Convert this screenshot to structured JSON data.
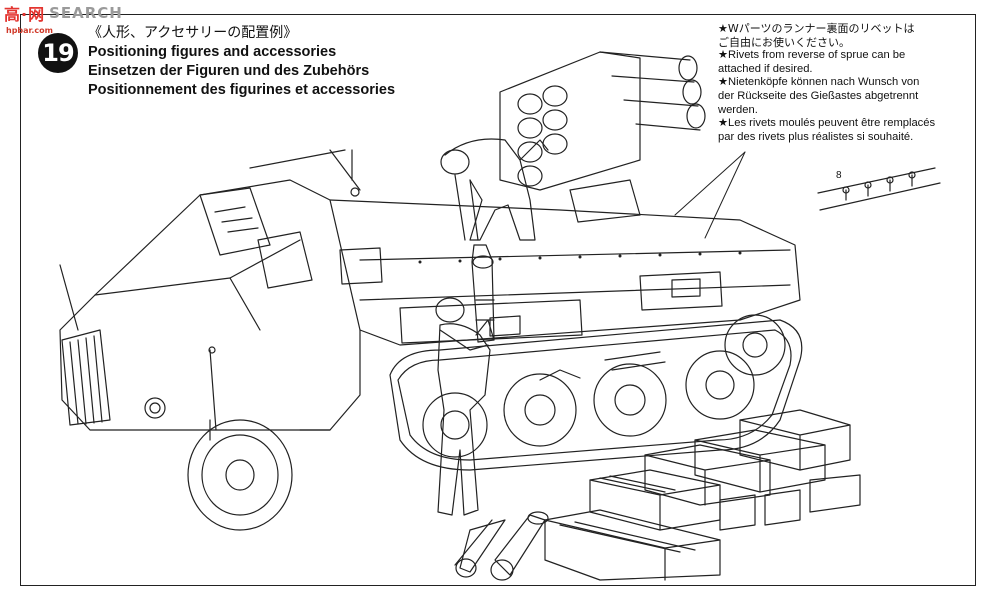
{
  "watermark": {
    "logo": "高·网",
    "search": "SEARCH",
    "domain": "hpbar.com"
  },
  "step": {
    "number": "19",
    "title_jp": "《人形、アクセサリーの配置例》",
    "title_en": "Positioning figures and accessories",
    "title_de": "Einsetzen der Figuren und des Zubehörs",
    "title_fr": "Positionnement des figurines et accessories"
  },
  "notes": {
    "jp_line1": "★Wパーツのランナー裏面のリベットは",
    "jp_line2": "ご自由にお使いください。",
    "en_line1": "★Rivets from reverse of sprue can be",
    "en_line2": "attached if desired.",
    "de_line1": "★Nietenköpfe können nach Wunsch von",
    "de_line2": "der Rückseite des Gießastes abgetrennt",
    "de_line3": "werden.",
    "fr_line1": "★Les rivets moulés peuvent être remplacés",
    "fr_line2": "par des rivets plus réalistes si souhaité."
  },
  "sprue_label": "8",
  "colors": {
    "line": "#222222",
    "badge": "#111111",
    "watermark_red": "#e3342f",
    "watermark_grey": "#9a9a9a"
  }
}
